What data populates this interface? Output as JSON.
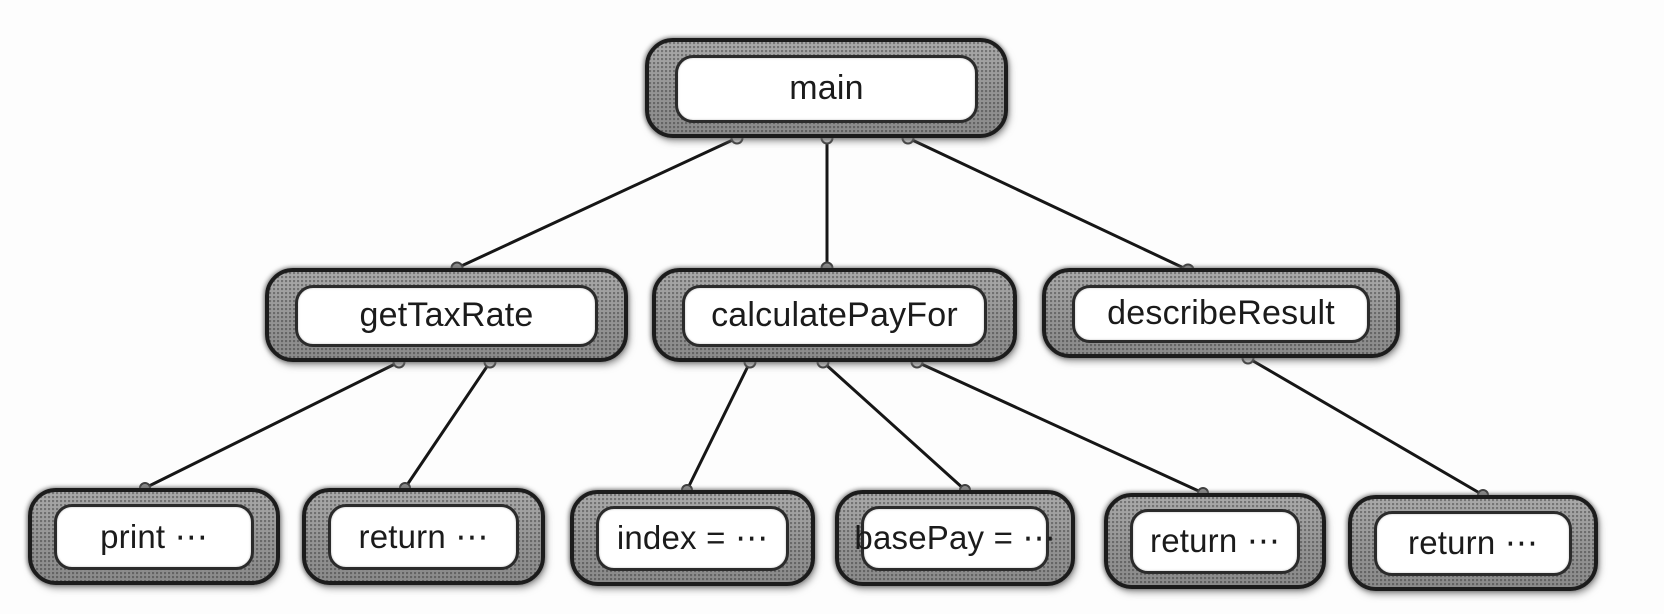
{
  "diagram": {
    "type": "tree",
    "description": "Function call hierarchy diagram with nested rounded-rectangle nodes",
    "nodes": [
      {
        "id": "main",
        "label": "main",
        "level": 0
      },
      {
        "id": "getTaxRate",
        "label": "getTaxRate",
        "level": 1
      },
      {
        "id": "calculatePayFor",
        "label": "calculatePayFor",
        "level": 1
      },
      {
        "id": "describeResult",
        "label": "describeResult",
        "level": 1
      },
      {
        "id": "print",
        "label": "print ⋯",
        "level": 2
      },
      {
        "id": "return-1",
        "label": "return ⋯",
        "level": 2
      },
      {
        "id": "index",
        "label": "index = ⋯",
        "level": 2
      },
      {
        "id": "basePay",
        "label": "basePay = ⋯",
        "level": 2
      },
      {
        "id": "return-2",
        "label": "return ⋯",
        "level": 2
      },
      {
        "id": "return-3",
        "label": "return ⋯",
        "level": 2
      }
    ],
    "edges": [
      {
        "from": "main",
        "to": "getTaxRate"
      },
      {
        "from": "main",
        "to": "calculatePayFor"
      },
      {
        "from": "main",
        "to": "describeResult"
      },
      {
        "from": "getTaxRate",
        "to": "print"
      },
      {
        "from": "getTaxRate",
        "to": "return-1"
      },
      {
        "from": "calculatePayFor",
        "to": "index"
      },
      {
        "from": "calculatePayFor",
        "to": "basePay"
      },
      {
        "from": "calculatePayFor",
        "to": "return-2"
      },
      {
        "from": "describeResult",
        "to": "return-3"
      }
    ],
    "colors": {
      "background": "#fdfdfd",
      "node_frame_gray": "#949494",
      "node_outline": "#1c1c1c",
      "node_fill": "#ffffff",
      "edge_line": "#161616",
      "connector_dot_fill": "#d4d4d4",
      "connector_dot_ring": "#3f3f3f"
    }
  }
}
